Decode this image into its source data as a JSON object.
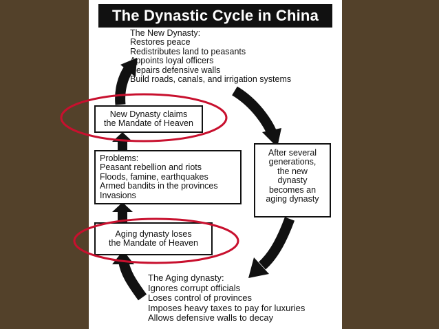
{
  "title": "The Dynastic Cycle in China",
  "new_dynasty": {
    "heading": "The New Dynasty:",
    "items": [
      "Restores peace",
      "Redistributes land to peasants",
      "Appoints loyal officers",
      "Repairs defensive walls",
      "Build roads, canals, and irrigation systems"
    ]
  },
  "claims_box": {
    "lines": [
      "New Dynasty claims",
      "the Mandate of Heaven"
    ]
  },
  "problems": {
    "heading": "Problems:",
    "items": [
      "Peasant rebellion and riots",
      "Floods, famine, earthquakes",
      "Armed bandits in the provinces",
      "Invasions"
    ]
  },
  "loses_box": {
    "lines": [
      "Aging dynasty loses",
      "the Mandate of Heaven"
    ]
  },
  "after_box": {
    "lines": [
      "After several",
      "generations,",
      "the new",
      "dynasty",
      "becomes an",
      "aging dynasty"
    ]
  },
  "aging_dynasty": {
    "heading": "The Aging dynasty:",
    "items": [
      "Ignores corrupt officials",
      "Loses control of provinces",
      "Imposes heavy taxes to pay for luxuries",
      "Allows defensive walls to decay"
    ]
  },
  "colors": {
    "background": "#53412a",
    "panel": "#ffffff",
    "ink": "#111111",
    "highlight": "#c8102e"
  }
}
